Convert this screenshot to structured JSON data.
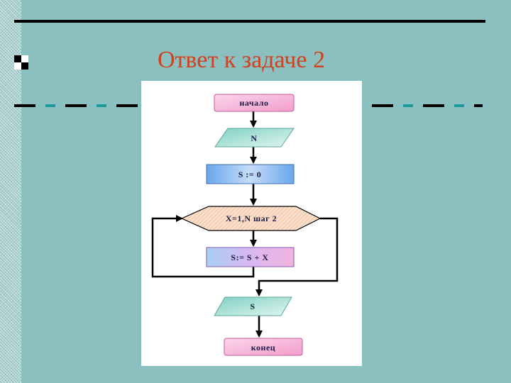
{
  "slide": {
    "title": "Ответ к задаче 2"
  },
  "flowchart": {
    "start": "начало",
    "input": "N",
    "init": "S := 0",
    "loop": "X=1,N шаг 2",
    "body": "S:= S + X",
    "output": "S",
    "end": "конец"
  },
  "colors": {
    "background": "#8ac0c0",
    "title": "#d2401e",
    "accent_teal": "#1a9a9a",
    "terminator_fill": "#f6b6d8",
    "io_fill": "#aee3d6",
    "process_fill": "#9fc3f2",
    "loop_fill": "#f9d9c0",
    "body_fill": "#d3b4f2"
  },
  "icons": {
    "bullet": "square-bullet-icon"
  }
}
